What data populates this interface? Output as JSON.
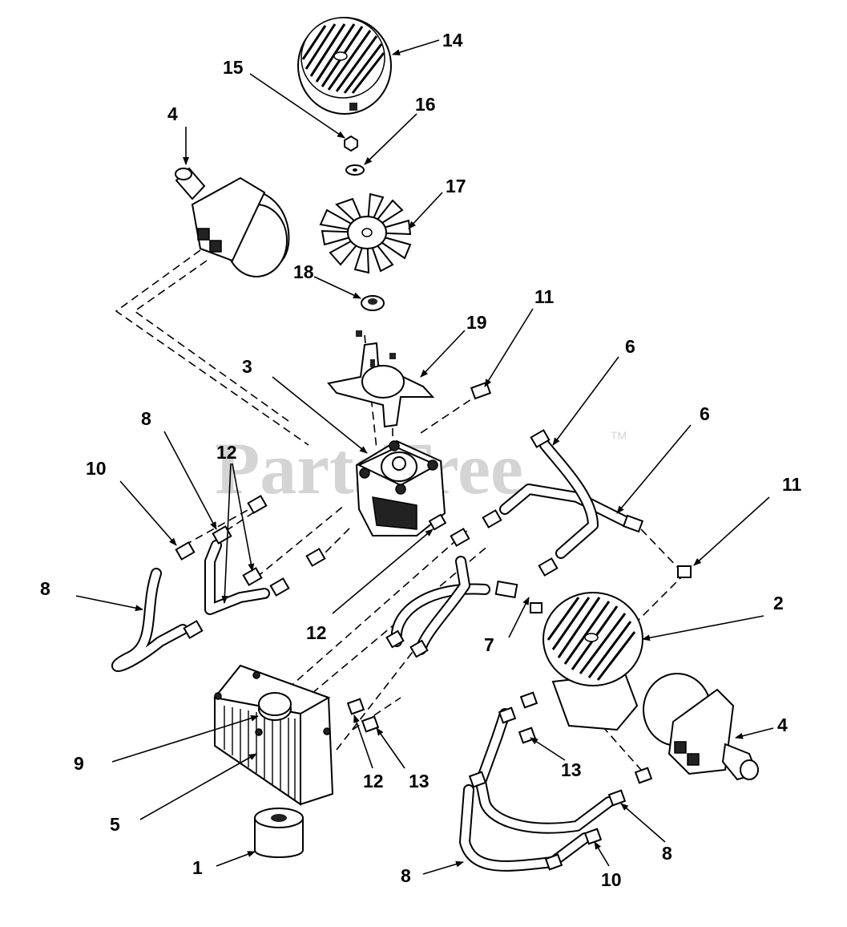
{
  "watermark": {
    "text": "PartsTree",
    "trademark": "TM"
  },
  "callouts": [
    {
      "id": "c14",
      "text": "14"
    },
    {
      "id": "c15",
      "text": "15"
    },
    {
      "id": "c16",
      "text": "16"
    },
    {
      "id": "c4a",
      "text": "4"
    },
    {
      "id": "c17",
      "text": "17"
    },
    {
      "id": "c18",
      "text": "18"
    },
    {
      "id": "c11a",
      "text": "11"
    },
    {
      "id": "c19",
      "text": "19"
    },
    {
      "id": "c6a",
      "text": "6"
    },
    {
      "id": "c3",
      "text": "3"
    },
    {
      "id": "c6b",
      "text": "6"
    },
    {
      "id": "c8a",
      "text": "8"
    },
    {
      "id": "c12a",
      "text": "12"
    },
    {
      "id": "c10a",
      "text": "10"
    },
    {
      "id": "c11b",
      "text": "11"
    },
    {
      "id": "c8b",
      "text": "8"
    },
    {
      "id": "c2",
      "text": "2"
    },
    {
      "id": "c12b",
      "text": "12"
    },
    {
      "id": "c7",
      "text": "7"
    },
    {
      "id": "c9",
      "text": "9"
    },
    {
      "id": "c4b",
      "text": "4"
    },
    {
      "id": "c12c",
      "text": "12"
    },
    {
      "id": "c13a",
      "text": "13"
    },
    {
      "id": "c13b",
      "text": "13"
    },
    {
      "id": "c5",
      "text": "5"
    },
    {
      "id": "c8c",
      "text": "8"
    },
    {
      "id": "c1",
      "text": "1"
    },
    {
      "id": "c8d",
      "text": "8"
    },
    {
      "id": "c10b",
      "text": "10"
    }
  ]
}
